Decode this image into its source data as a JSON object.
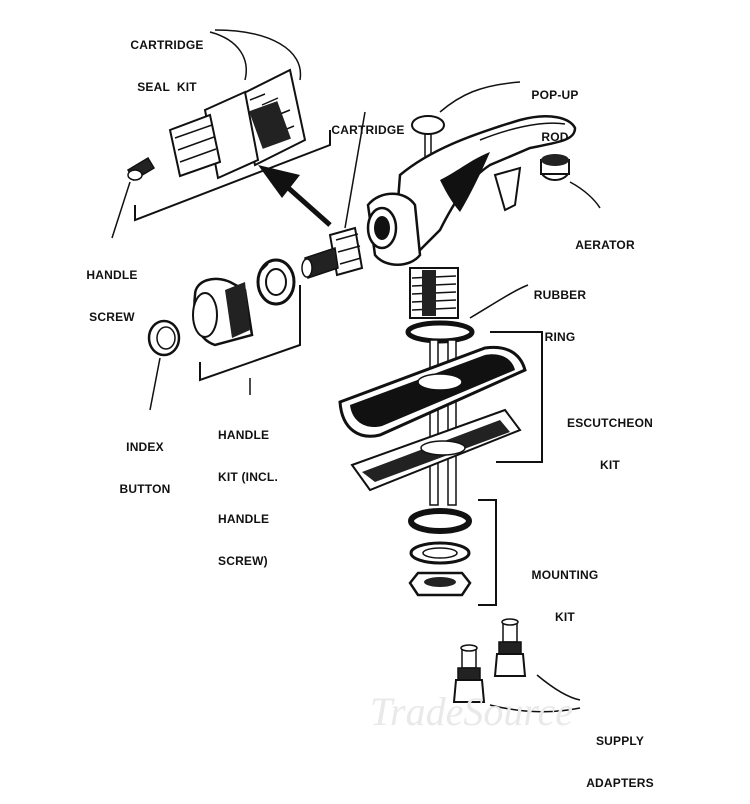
{
  "labels": {
    "cartridge_seal_kit_1": "CARTRIDGE",
    "cartridge_seal_kit_2": "SEAL  KIT",
    "pop_up_rod_1": "POP-UP",
    "pop_up_rod_2": "ROD",
    "cartridge": "CARTRIDGE",
    "aerator": "AERATOR",
    "handle_screw_1": "HANDLE",
    "handle_screw_2": "SCREW",
    "rubber_ring_1": "RUBBER",
    "rubber_ring_2": "RING",
    "index_button_1": "INDEX",
    "index_button_2": "BUTTON",
    "handle_kit_1": "HANDLE",
    "handle_kit_2": "KIT (incl.",
    "handle_kit_3": "HANDLE",
    "handle_kit_4": "SCREW)",
    "escutcheon_kit_1": "ESCUTCHEON",
    "escutcheon_kit_2": "KIT",
    "mounting_kit_1": "MOUNTING",
    "mounting_kit_2": "KIT",
    "supply_adapters_1": "SUPPLY",
    "supply_adapters_2": "ADAPTERS"
  },
  "watermark": "TradeSource",
  "colors": {
    "ink": "#111111",
    "paper": "#ffffff",
    "watermark": "#e9e9e9"
  }
}
